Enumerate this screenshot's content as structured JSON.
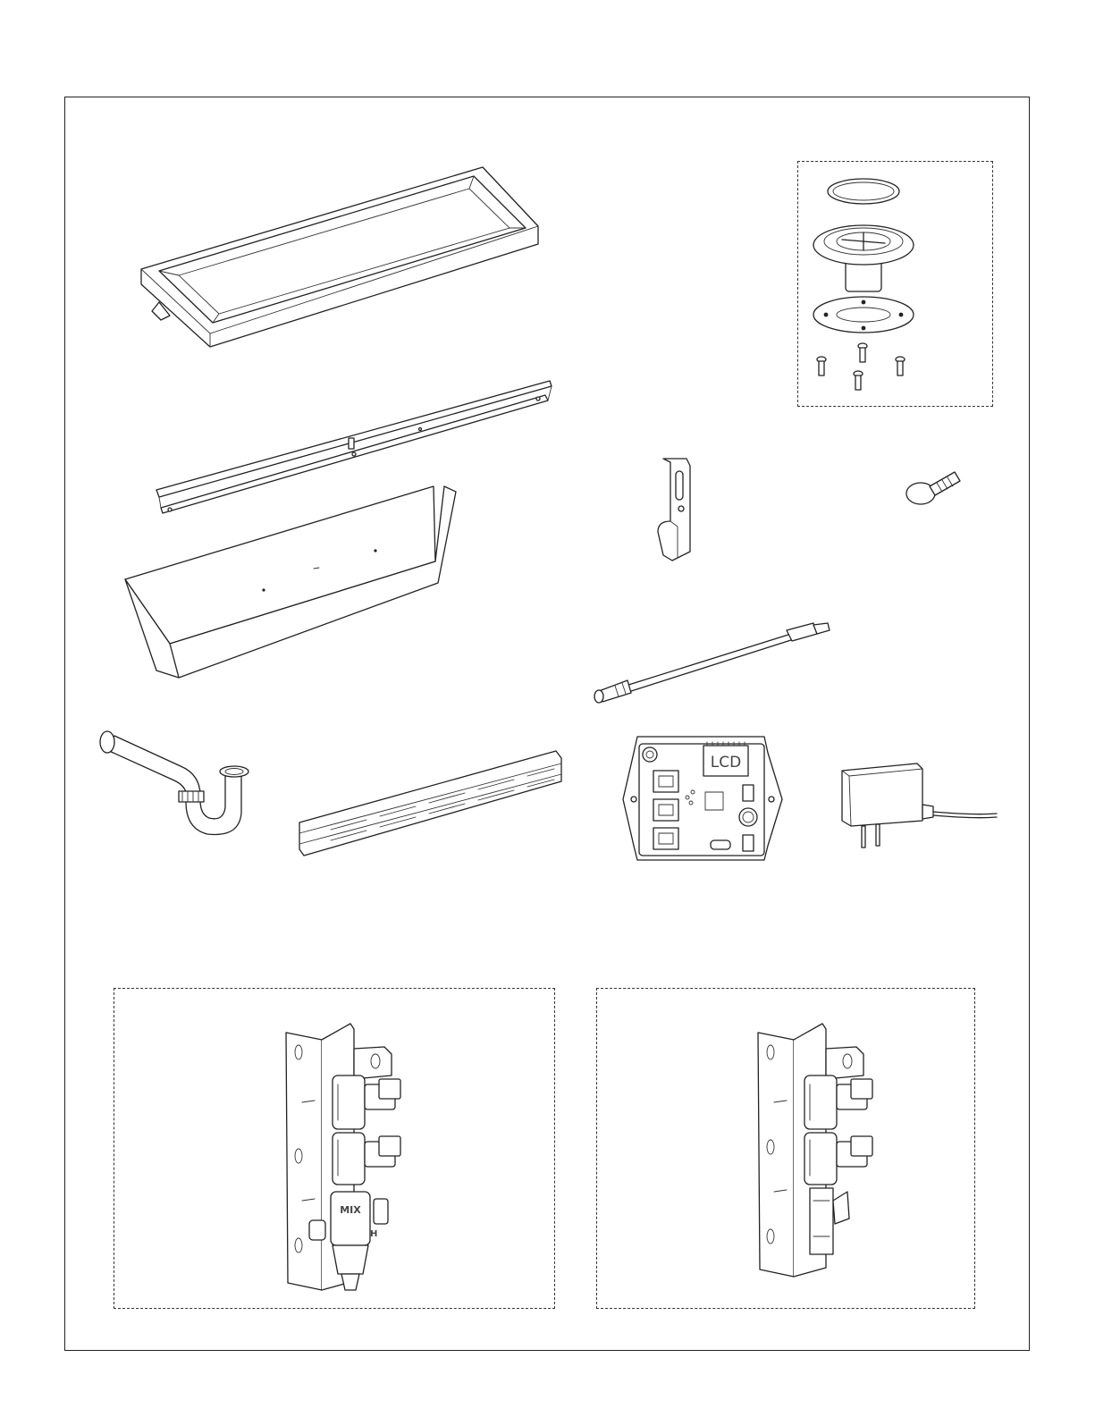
{
  "parts": [
    {
      "name": "trough-basin"
    },
    {
      "name": "wall-rail"
    },
    {
      "name": "apron-panel"
    },
    {
      "name": "drain-kit"
    },
    {
      "name": "mounting-bracket"
    },
    {
      "name": "thumb-screw"
    },
    {
      "name": "sensor-cable"
    },
    {
      "name": "p-trap"
    },
    {
      "name": "mounting-channel"
    },
    {
      "name": "control-board",
      "board_label": "LCD"
    },
    {
      "name": "power-adapter"
    },
    {
      "name": "valve-assembly-mixing",
      "valve_label": "MIX",
      "hot_label": "H"
    },
    {
      "name": "valve-assembly-standard"
    }
  ]
}
